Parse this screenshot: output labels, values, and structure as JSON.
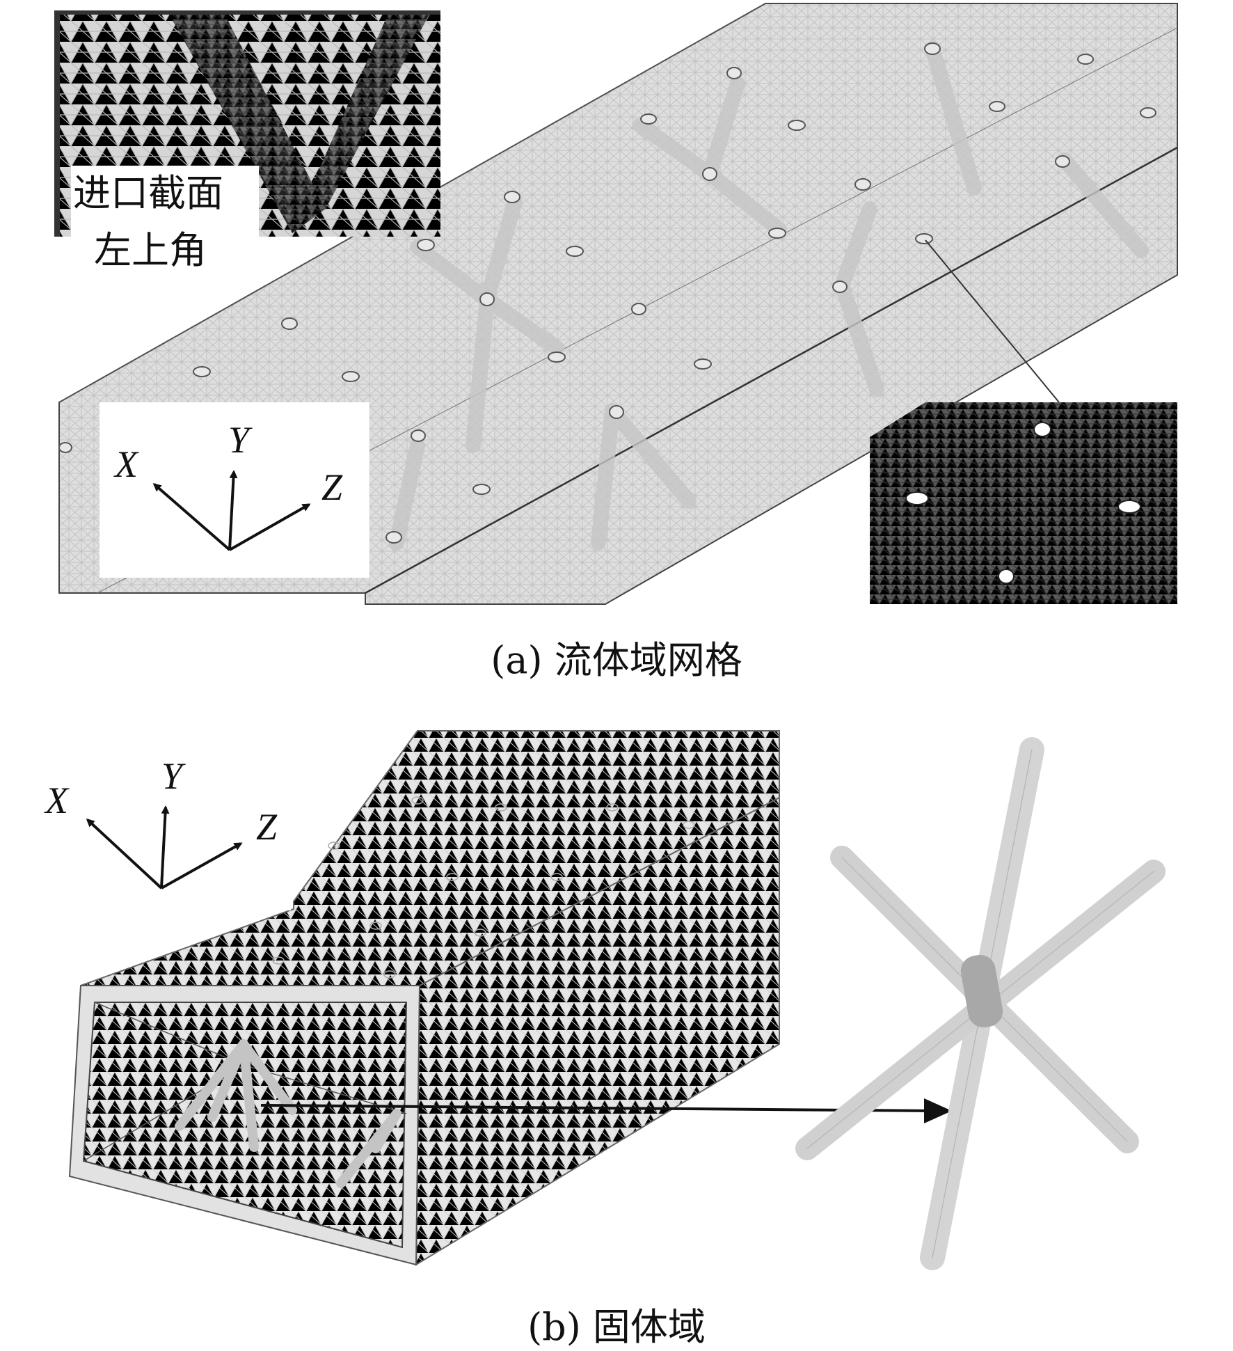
{
  "panel_a": {
    "inset_label_line1": "进口截面",
    "inset_label_line2": "左上角",
    "axes": {
      "x": "X",
      "y": "Y",
      "z": "Z"
    },
    "caption": "(a) 流体域网格"
  },
  "panel_b": {
    "axes": {
      "x": "X",
      "y": "Y",
      "z": "Z"
    },
    "caption": "(b) 固体域"
  },
  "colors": {
    "mesh_face": "#dcdcdc",
    "mesh_line": "#b8b8b8",
    "edge": "#333333",
    "inset_dark": "#4a4a4a"
  }
}
